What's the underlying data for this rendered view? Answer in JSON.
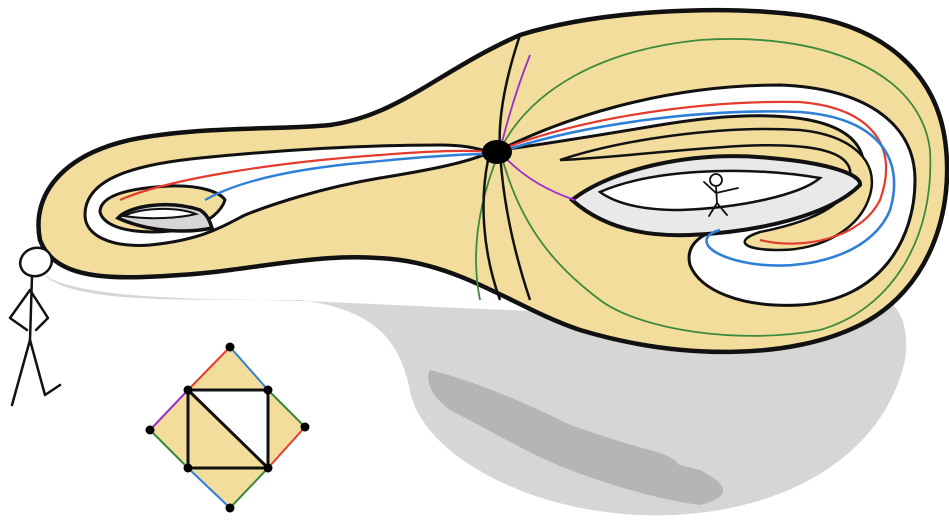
{
  "illustration": {
    "colors": {
      "surface": "#f3dd9d",
      "surface_dark": "#ead08a",
      "band_white": "#ffffff",
      "shadow": "#d6d6d6",
      "shadow_dark": "#b5b5b5",
      "outline": "#111111",
      "curve_red": "#e53b2c",
      "curve_blue": "#2f7fd8",
      "curve_green": "#3c8a3c",
      "curve_purple": "#9b30c8",
      "basepoint": "#000000"
    },
    "surface_genus": 2,
    "stick_figures": 2,
    "polygon": {
      "vertices": 8,
      "shape": "octagon drawn as a square with four triangle flaps"
    }
  }
}
